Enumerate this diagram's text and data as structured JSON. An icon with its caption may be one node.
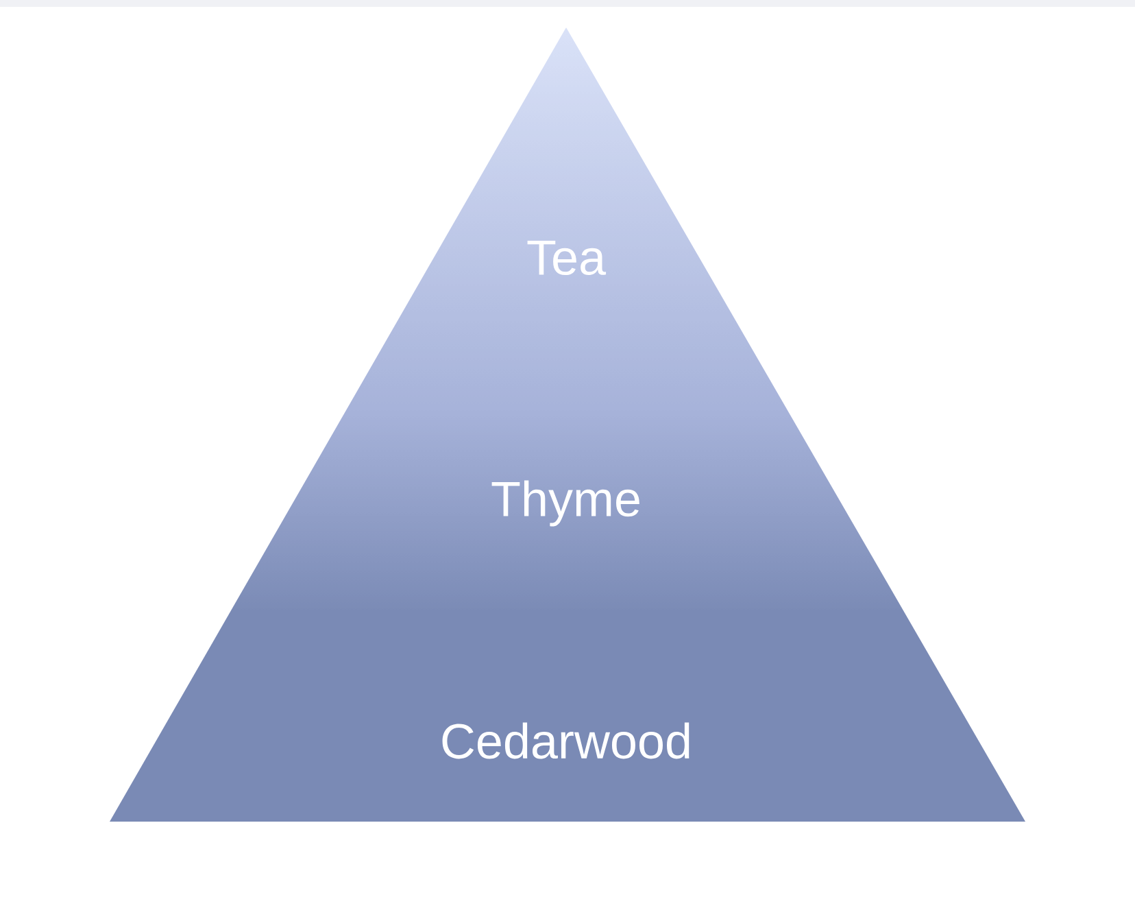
{
  "diagram": {
    "nodes": [
      {
        "text": [
          "Tea",
          "Thyme",
          "Cedarwood"
        ]
      }
    ]
  }
}
